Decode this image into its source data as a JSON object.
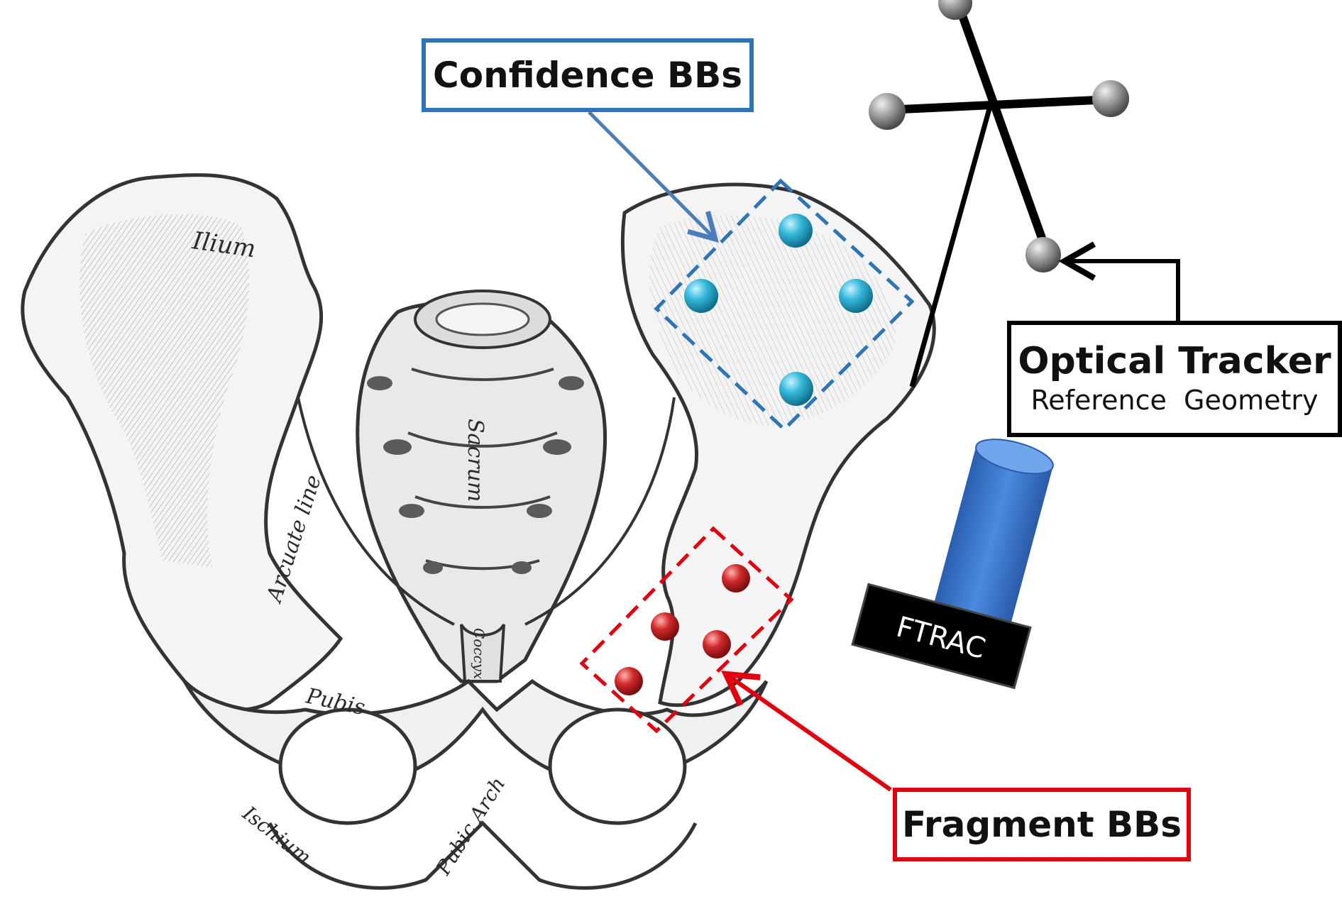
{
  "labels": {
    "confidence": {
      "title": "Confidence BBs"
    },
    "tracker": {
      "title": "Optical Tracker",
      "subtitle": "Reference  Geometry"
    },
    "fragment": {
      "title": "Fragment BBs"
    },
    "ftrac": "FTRAC"
  },
  "anatomy_labels": {
    "ilium": "Ilium",
    "sacrum": "Sacrum",
    "arcuate_line": "Arcuate line",
    "pubis": "Pubis",
    "ischium": "Ischium",
    "pubic_arch": "Pubic Arch",
    "coccyx": "Coccyx"
  },
  "markers": {
    "confidence_bb_count": 4,
    "fragment_bb_count": 4,
    "tracker_sphere_count": 4
  },
  "colors": {
    "confidence": "#2e75b6",
    "confidence_bb": "#33b5d6",
    "fragment": "#e3000f",
    "fragment_bb": "#c8232c",
    "ftrac_cylinder": "#3a78d0",
    "ftrac_base": "#000000",
    "tracker": "#000000",
    "tracker_sphere": "#8a8a8a"
  }
}
